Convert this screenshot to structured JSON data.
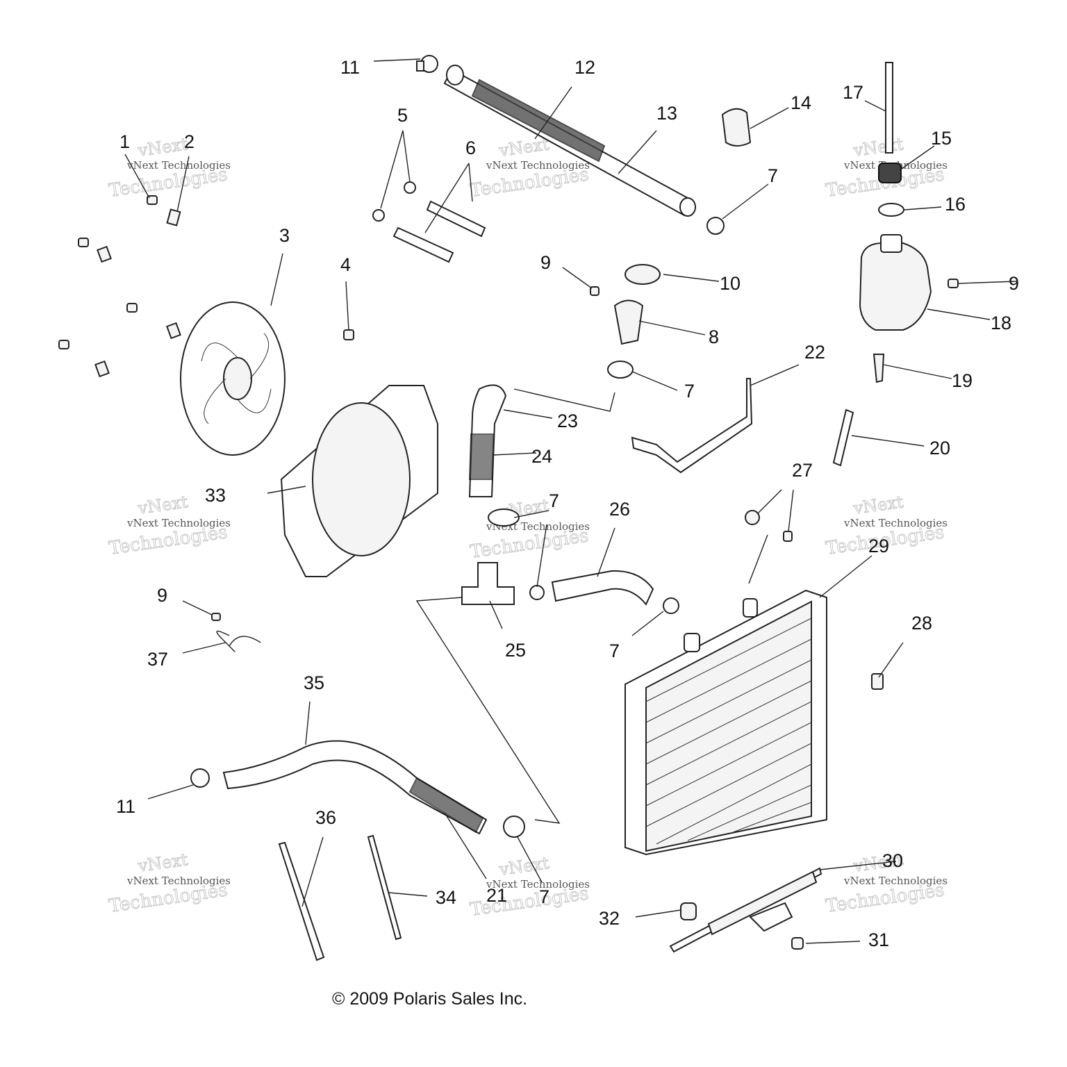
{
  "callouts": {
    "c1": "1",
    "c2": "2",
    "c3": "3",
    "c4": "4",
    "c5": "5",
    "c6": "6",
    "c7a": "7",
    "c7b": "7",
    "c7c": "7",
    "c7d": "7",
    "c7e": "7",
    "c8": "8",
    "c9a": "9",
    "c9b": "9",
    "c9c": "9",
    "c10": "10",
    "c11a": "11",
    "c11b": "11",
    "c12": "12",
    "c13": "13",
    "c14": "14",
    "c15": "15",
    "c16": "16",
    "c17": "17",
    "c18": "18",
    "c19": "19",
    "c20": "20",
    "c21": "21",
    "c22": "22",
    "c23": "23",
    "c24": "24",
    "c25": "25",
    "c26": "26",
    "c27": "27",
    "c28": "28",
    "c29": "29",
    "c30": "30",
    "c31": "31",
    "c32": "32",
    "c33": "33",
    "c34": "34",
    "c35": "35",
    "c36": "36",
    "c37": "37"
  },
  "watermark": {
    "line1": "vNext",
    "line2": "vNext Technologies",
    "line3": "Technologies"
  },
  "copyright": "© 2009 Polaris Sales Inc."
}
